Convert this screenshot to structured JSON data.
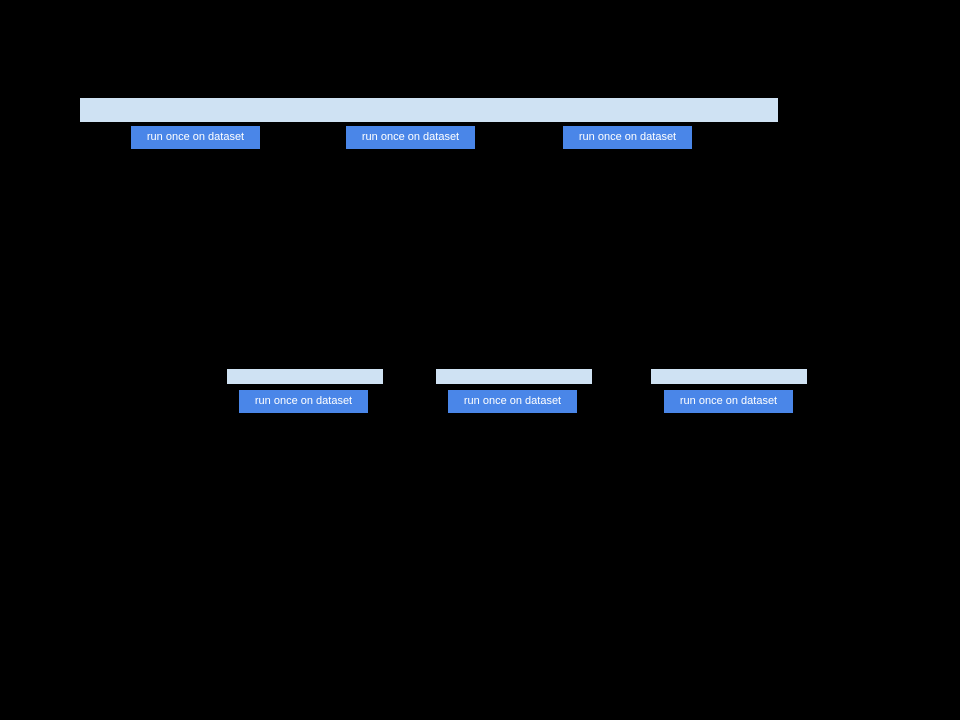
{
  "colors": {
    "background": "#000000",
    "bar": "#cfe2f3",
    "button": "#4a86e8",
    "button_text": "#ffffff"
  },
  "diagram": {
    "full_dataset": {
      "buttons": [
        {
          "label": "run once on dataset"
        },
        {
          "label": "run once on dataset"
        },
        {
          "label": "run once on dataset"
        }
      ]
    },
    "shards": [
      {
        "button_label": "run once on dataset"
      },
      {
        "button_label": "run once on dataset"
      },
      {
        "button_label": "run once on dataset"
      }
    ]
  }
}
